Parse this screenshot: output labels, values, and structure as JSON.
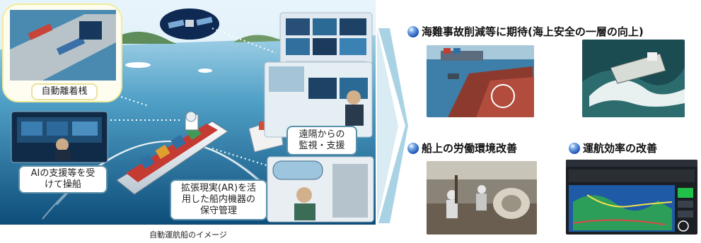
{
  "illustration": {
    "callouts": {
      "auto_berthing": "自動離着桟",
      "ai_support": "AIの支援等を受けて操船",
      "remote_monitor": "遠隔からの監視・支援",
      "ar_maintenance": "拡張現実(AR)を活用した船内機器の保守管理"
    },
    "caption": "自動運航船のイメージ"
  },
  "benefits": [
    {
      "heading": "海難事故削減等に期待(海上安全の一層の向上)"
    },
    {
      "heading": "船上の労働環境改善"
    },
    {
      "heading": "運航効率の改善"
    }
  ],
  "colors": {
    "sea_dark": "#0d4d7a",
    "sea_light": "#5aa6c8",
    "callout_border": "#5a90a8",
    "arrow": "#a9d3e4",
    "bullet": "#1f56b8"
  }
}
